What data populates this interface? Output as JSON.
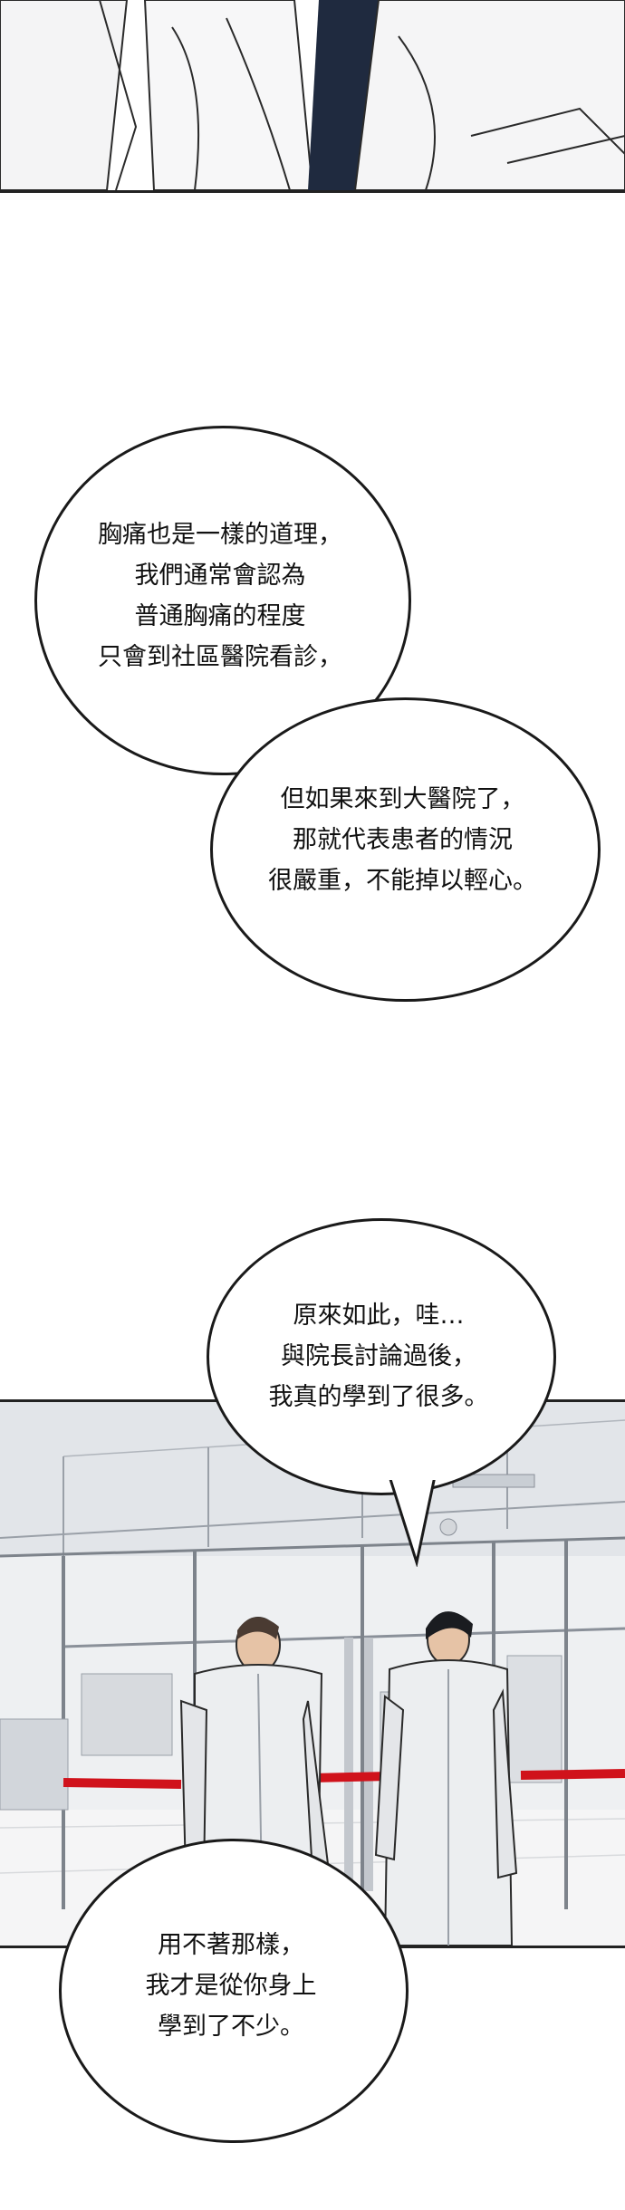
{
  "bubbles": {
    "b1": [
      "胸痛也是一樣的道理，",
      "我們通常會認為",
      "普通胸痛的程度",
      "只會到社區醫院看診，"
    ],
    "b2": [
      "但如果來到大醫院了，",
      "那就代表患者的情況",
      "很嚴重，不能掉以輕心。"
    ],
    "b3": [
      "原來如此，哇…",
      "與院長討論過後，",
      "我真的學到了很多。"
    ],
    "b4": [
      "用不著那樣，",
      "我才是從你身上",
      "學到了不少。"
    ]
  },
  "colors": {
    "ink": "#1a1a1a",
    "coat": "#eceef0",
    "tie": "#1f2a3f",
    "ribbon": "#d0121b",
    "floor": "#f5f5f6"
  }
}
